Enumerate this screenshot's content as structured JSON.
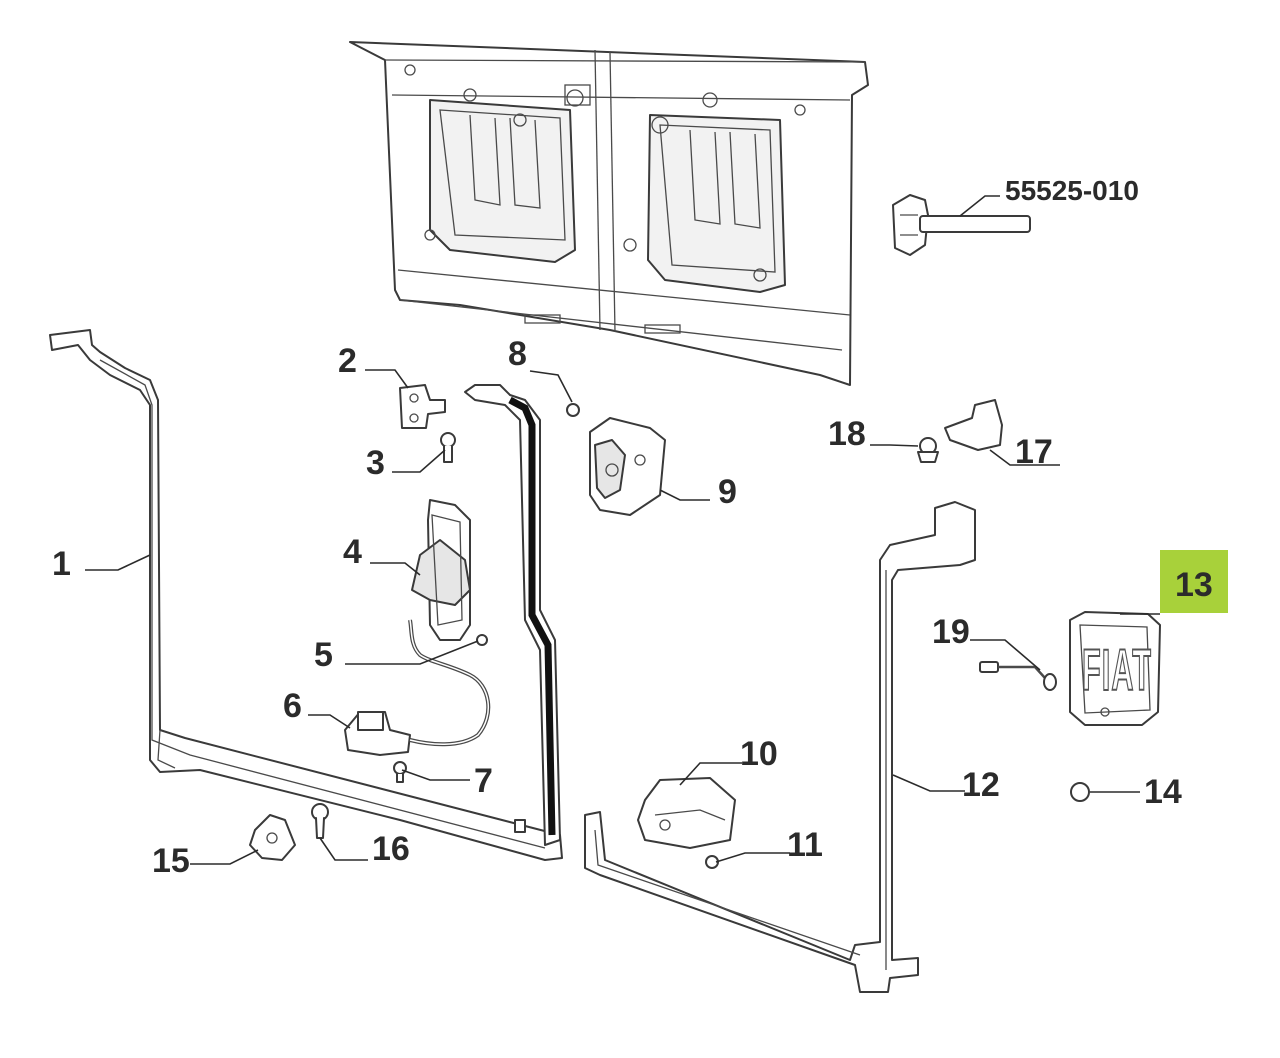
{
  "diagram": {
    "highlight_color": "#a8d13a",
    "line_color": "#2b2b2b",
    "callouts": {
      "c1": "1",
      "c2": "2",
      "c3": "3",
      "c4": "4",
      "c5": "5",
      "c6": "6",
      "c7": "7",
      "c8": "8",
      "c9": "9",
      "c10": "10",
      "c11": "11",
      "c12": "12",
      "c13": "13",
      "c14": "14",
      "c15": "15",
      "c16": "16",
      "c17": "17",
      "c18": "18",
      "c19": "19",
      "code": "55525-010"
    },
    "highlighted_callout": "13",
    "emblem_text": "FIAT"
  }
}
